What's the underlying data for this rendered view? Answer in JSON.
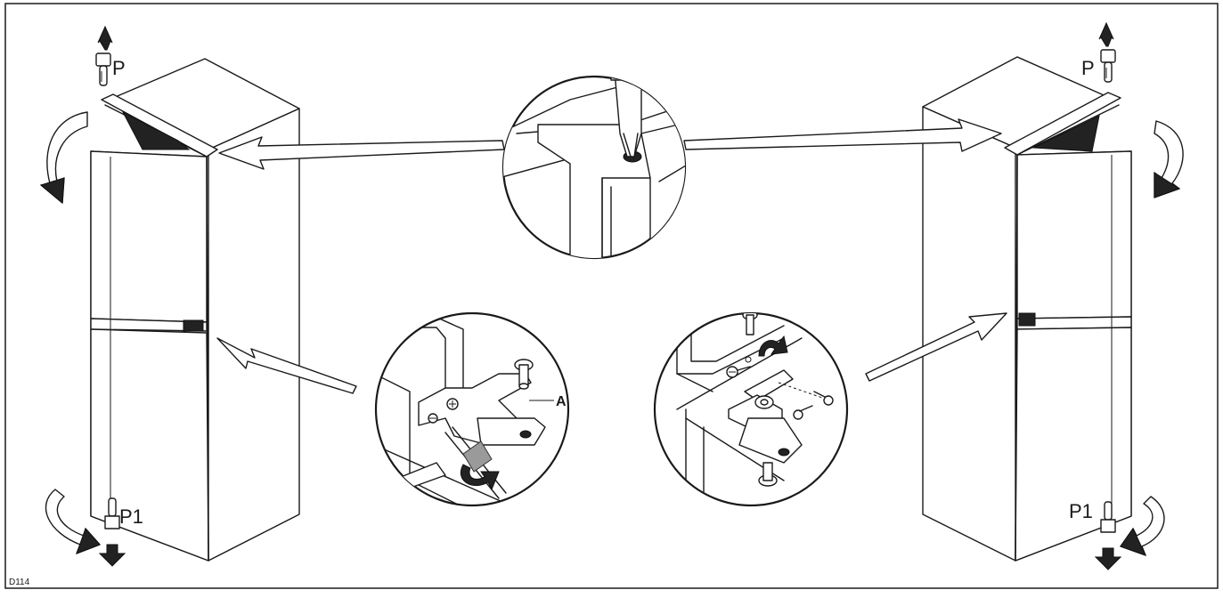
{
  "diagram": {
    "figure_code": "D114",
    "labels": {
      "pin_top_left": "P",
      "pin_top_right": "P",
      "pin_bottom_left": "P1",
      "pin_bottom_right": "P1",
      "hinge_part": "A"
    },
    "icons": {
      "arrow": "curved-arrow-icon",
      "pin": "hinge-pin-icon",
      "screw": "screw-icon",
      "screwdriver": "screwdriver-icon"
    },
    "colors": {
      "line": "#1a1a1a",
      "fill": "#ffffff",
      "shade": "#222222"
    }
  }
}
